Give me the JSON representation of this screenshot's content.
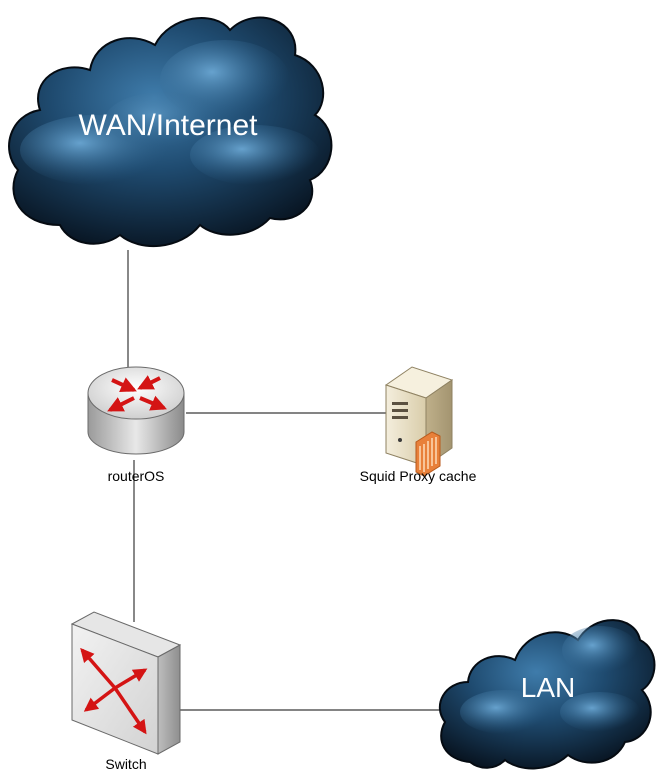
{
  "nodes": {
    "wan": {
      "label": "WAN/Internet",
      "icon": "cloud-icon"
    },
    "router": {
      "label": "routerOS",
      "icon": "router-icon"
    },
    "proxy": {
      "label": "Squid Proxy cache",
      "icon": "server-icon"
    },
    "switch": {
      "label": "Switch",
      "icon": "switch-icon"
    },
    "lan": {
      "label": "LAN",
      "icon": "cloud-icon"
    }
  },
  "links": [
    {
      "from": "WAN/Internet",
      "to": "routerOS"
    },
    {
      "from": "routerOS",
      "to": "Squid Proxy cache"
    },
    {
      "from": "routerOS",
      "to": "Switch"
    },
    {
      "from": "Switch",
      "to": "LAN"
    }
  ],
  "colors": {
    "cloud_dark": "#0b1a2a",
    "cloud_mid": "#1d4a70",
    "cloud_light": "#5f98c4",
    "arrow_red": "#d41414",
    "server_beige": "#ece2c6",
    "server_orange": "#e8803a"
  }
}
